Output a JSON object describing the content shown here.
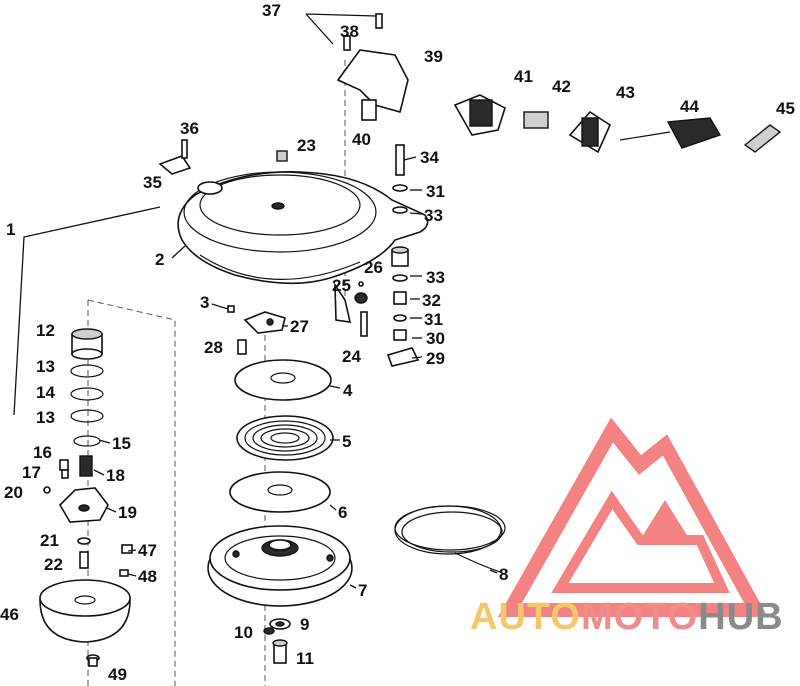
{
  "diagram": {
    "callouts": [
      "1",
      "2",
      "3",
      "4",
      "5",
      "6",
      "7",
      "8",
      "9",
      "10",
      "11",
      "12",
      "13",
      "13",
      "14",
      "15",
      "16",
      "17",
      "18",
      "19",
      "20",
      "21",
      "22",
      "23",
      "24",
      "25",
      "26",
      "27",
      "28",
      "29",
      "30",
      "31",
      "31",
      "32",
      "33",
      "33",
      "34",
      "35",
      "36",
      "37",
      "38",
      "39",
      "40",
      "41",
      "42",
      "43",
      "44",
      "45",
      "46",
      "47",
      "48",
      "49"
    ]
  },
  "watermark": {
    "parts": [
      "AUTO",
      "MOTO",
      "HUB"
    ],
    "colors": {
      "auto": "#f2c86a",
      "moto": "#f08c8c",
      "hub": "#8a8a8a",
      "logo": "#f26d6d"
    }
  }
}
